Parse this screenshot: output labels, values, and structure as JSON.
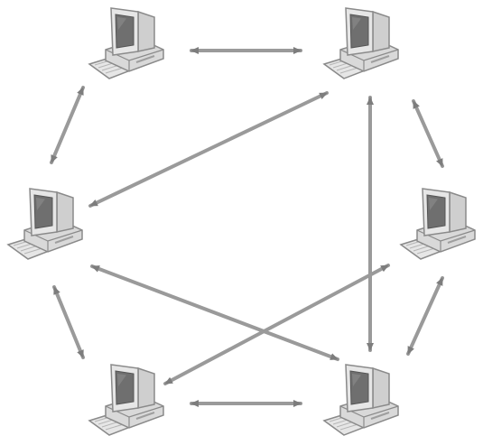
{
  "diagram": {
    "type": "peer-to-peer network",
    "node_icon": "desktop-computer-icon",
    "colors": {
      "background": "#ffffff",
      "link": "#9a9a9a",
      "arrowhead": "#7d7d7d",
      "monitor_body": "#e6e6e6",
      "monitor_screen": "#6f6f6f",
      "outline": "#8a8a8a"
    },
    "nodes": [
      {
        "id": "top-left"
      },
      {
        "id": "top-right"
      },
      {
        "id": "mid-left"
      },
      {
        "id": "mid-right"
      },
      {
        "id": "bottom-left"
      },
      {
        "id": "bottom-right"
      }
    ],
    "links": [
      {
        "from": "top-left",
        "to": "top-right",
        "bidirectional": true
      },
      {
        "from": "top-left",
        "to": "mid-left",
        "bidirectional": true
      },
      {
        "from": "top-right",
        "to": "mid-left",
        "bidirectional": true
      },
      {
        "from": "top-right",
        "to": "mid-right",
        "bidirectional": true
      },
      {
        "from": "top-right",
        "to": "bottom-right",
        "bidirectional": true
      },
      {
        "from": "mid-left",
        "to": "bottom-left",
        "bidirectional": true
      },
      {
        "from": "mid-left",
        "to": "bottom-right",
        "bidirectional": true
      },
      {
        "from": "mid-right",
        "to": "bottom-left",
        "bidirectional": true
      },
      {
        "from": "mid-right",
        "to": "bottom-right",
        "bidirectional": true
      },
      {
        "from": "bottom-left",
        "to": "bottom-right",
        "bidirectional": true
      }
    ]
  }
}
